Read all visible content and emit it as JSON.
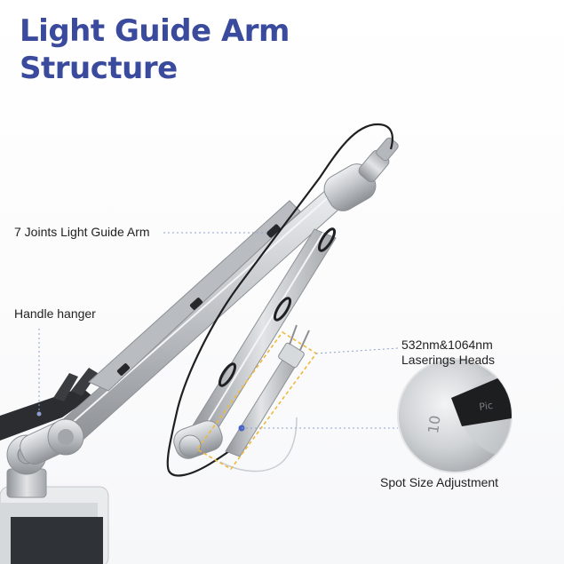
{
  "title": {
    "line1": "Light Guide Arm",
    "line2": "Structure"
  },
  "callouts": {
    "arm": "7 Joints Light Guide Arm",
    "hanger": "Handle hanger",
    "heads_line1": "532nm&1064nm",
    "heads_line2": "Laserings Heads",
    "spot": "Spot Size Adjustment"
  },
  "dial": {
    "number": "10",
    "tab_text": "Pic"
  },
  "colors": {
    "title": "#3a4a9c",
    "leader_line": "#8f9fd0",
    "highlight_box": "#f0b93a",
    "metal": "#c8cbcf"
  }
}
